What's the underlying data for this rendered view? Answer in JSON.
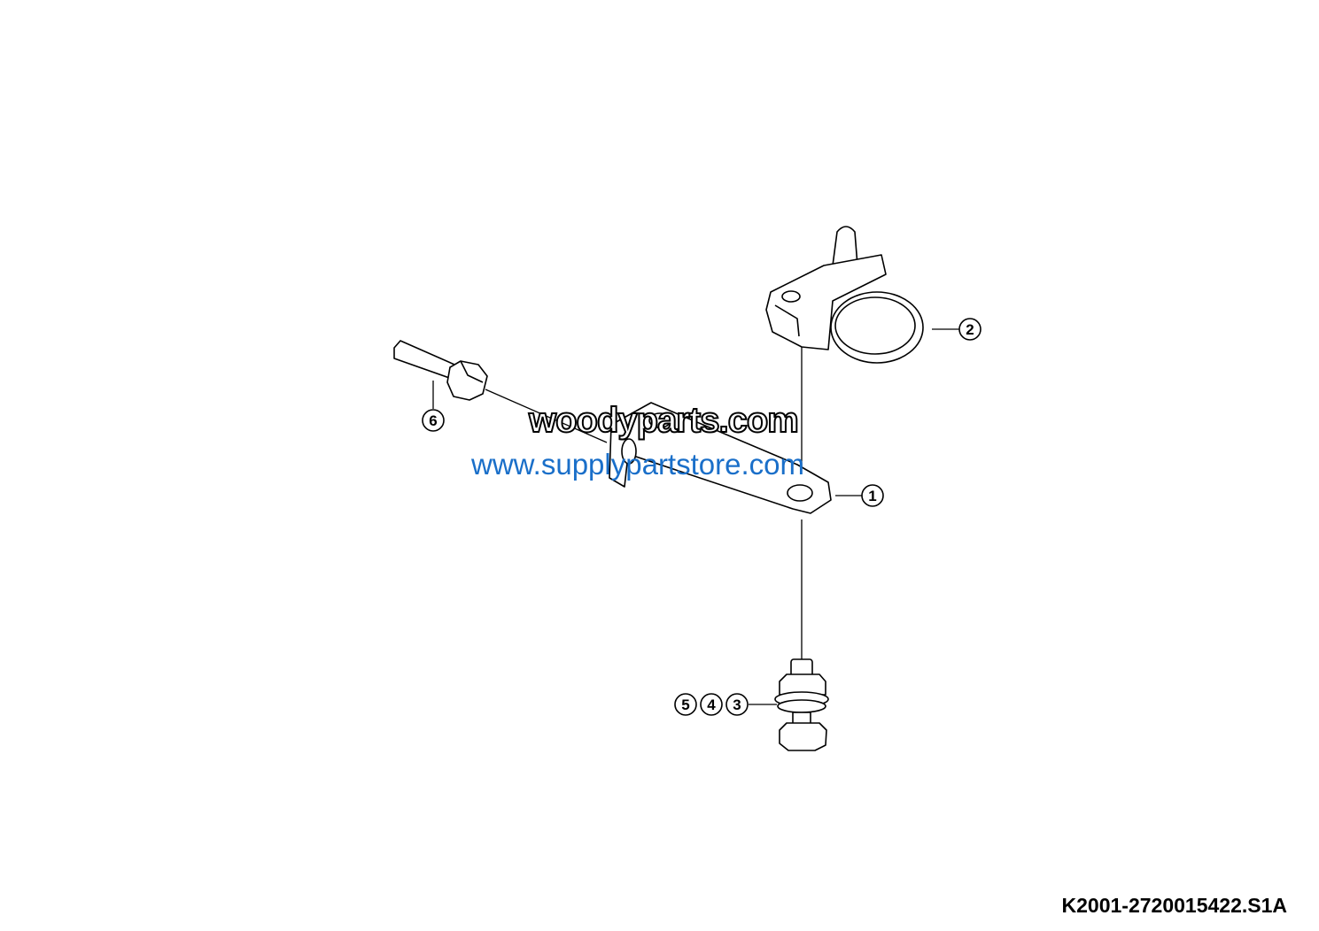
{
  "diagram": {
    "callouts": [
      "1",
      "2",
      "3",
      "4",
      "5",
      "6"
    ],
    "drawing_code": "K2001-2720015422.S1A"
  },
  "watermarks": {
    "blue": "www.supplypartstore.com",
    "black": "woodyparts.com"
  }
}
